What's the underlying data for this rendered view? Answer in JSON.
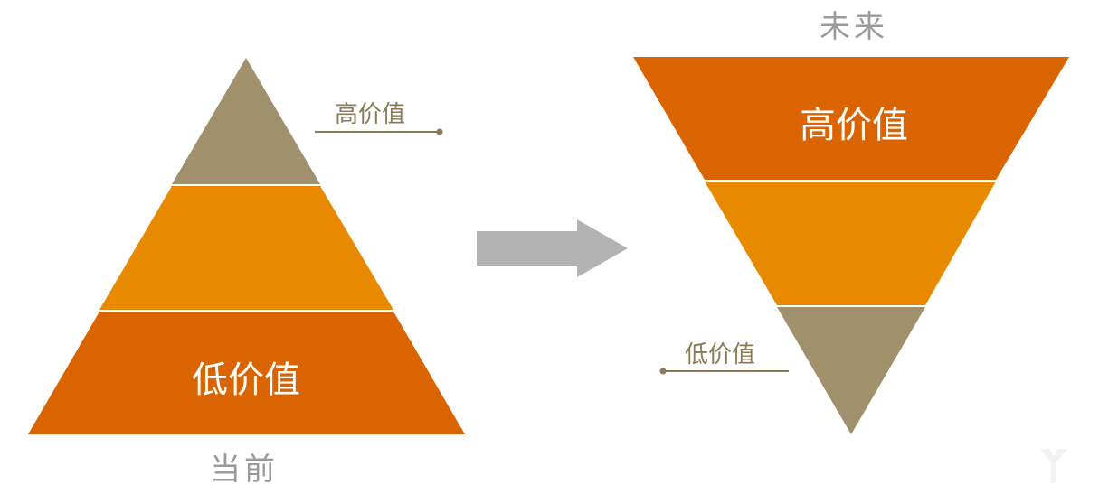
{
  "left_pyramid": {
    "caption": "当前",
    "top_callout": "高价值",
    "bottom_layer_label": "低价值"
  },
  "right_pyramid": {
    "caption": "未来",
    "top_layer_label": "高价值",
    "bottom_callout": "低价值"
  },
  "colors": {
    "tan": "#a0906c",
    "orange_light": "#e88a00",
    "orange_dark": "#d96400",
    "arrow": "#b3b3b3"
  }
}
